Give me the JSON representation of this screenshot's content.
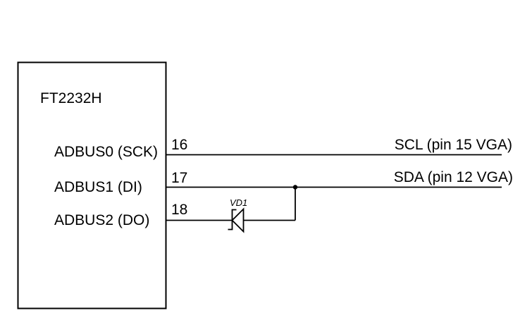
{
  "diagram": {
    "type": "circuit-schematic",
    "background_color": "#ffffff",
    "line_color": "#000000",
    "text_color": "#000000",
    "chip": {
      "name": "FT2232H",
      "pins": [
        {
          "number": "16",
          "label": "ADBUS0 (SCK)",
          "signal": "SCL (pin 15 VGA)"
        },
        {
          "number": "17",
          "label": "ADBUS1 (DI)",
          "signal": "SDA (pin 12 VGA)"
        },
        {
          "number": "18",
          "label": "ADBUS2 (DO)",
          "signal": ""
        }
      ]
    },
    "diode": {
      "designator": "VD1",
      "type": "zener",
      "connection": "between pin 18 (ADBUS2) line and SDA line, cathode toward chip"
    }
  }
}
